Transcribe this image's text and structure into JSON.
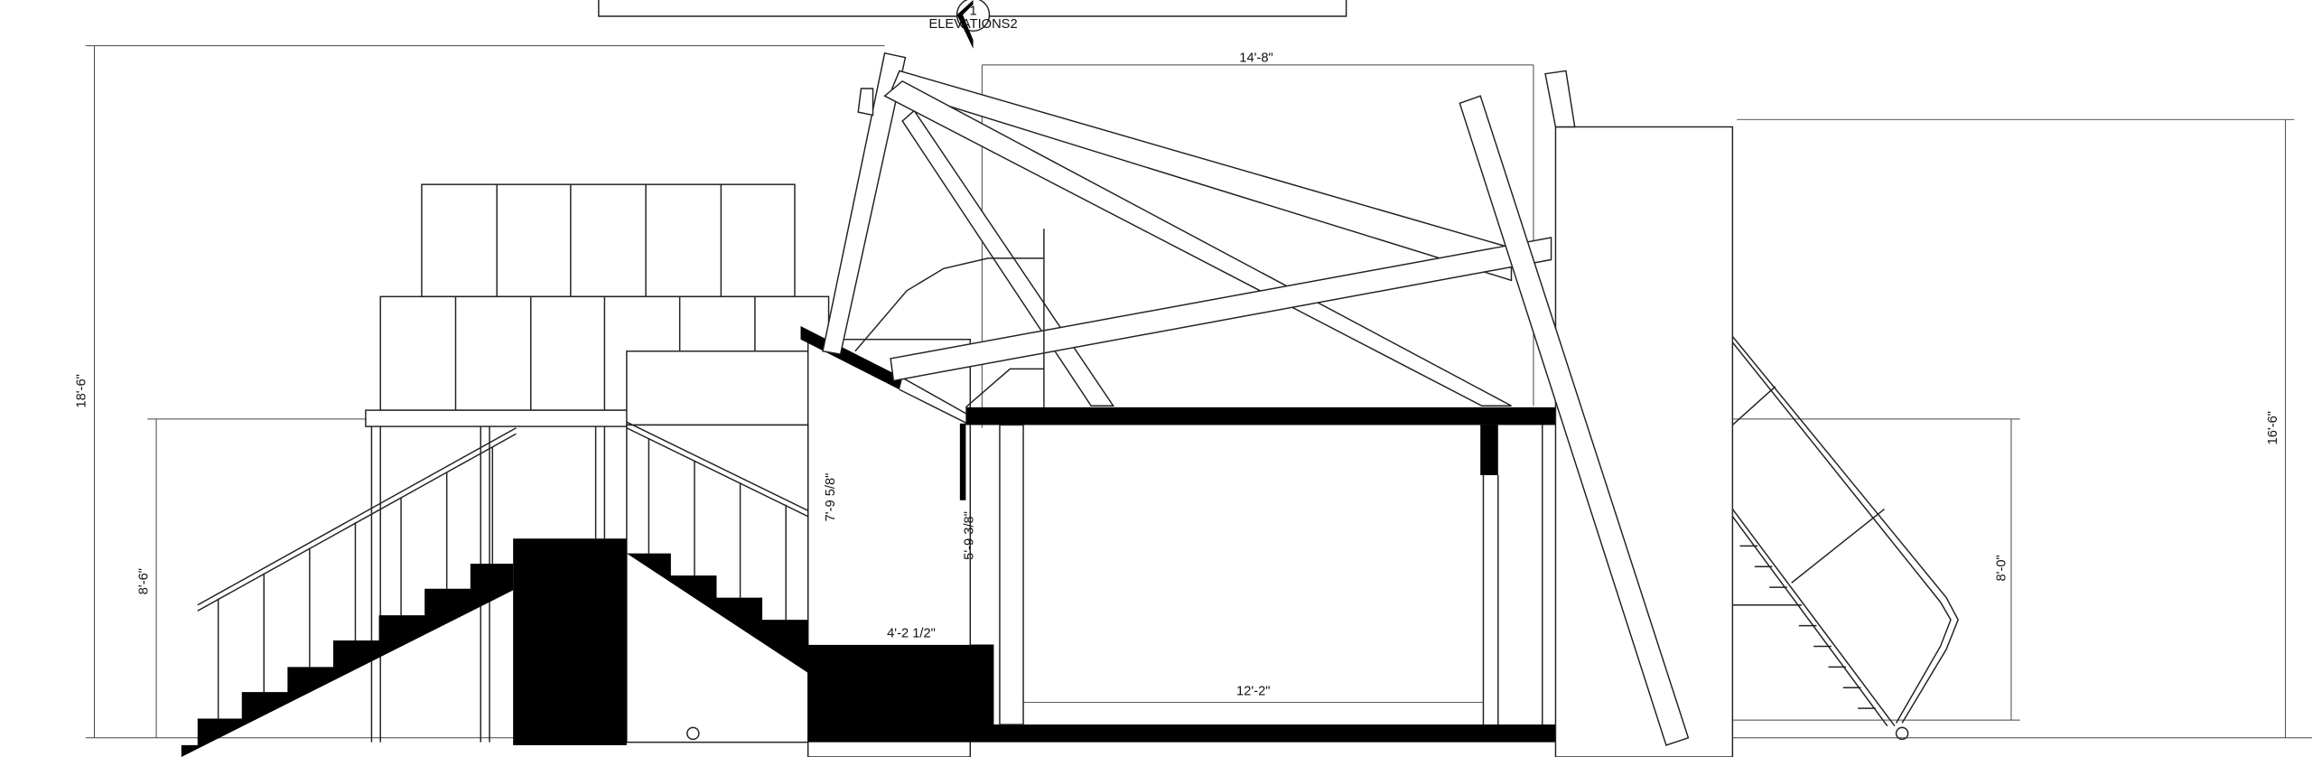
{
  "drawing": {
    "callout": {
      "number": "1",
      "sheet": "ELEVATIONS2"
    },
    "dimensions": {
      "overall_height_left": "18'-6\"",
      "deck_height_left": "8'-6\"",
      "opening_height_a": "7'-9 5/8\"",
      "opening_height_b": "5'-9 3/8\"",
      "step_width": "4'-2 1/2\"",
      "top_width": "14'-8\"",
      "room_width": "12'-2\"",
      "deck_height_right": "8'-0\"",
      "overall_height_right": "16'-6\""
    }
  }
}
